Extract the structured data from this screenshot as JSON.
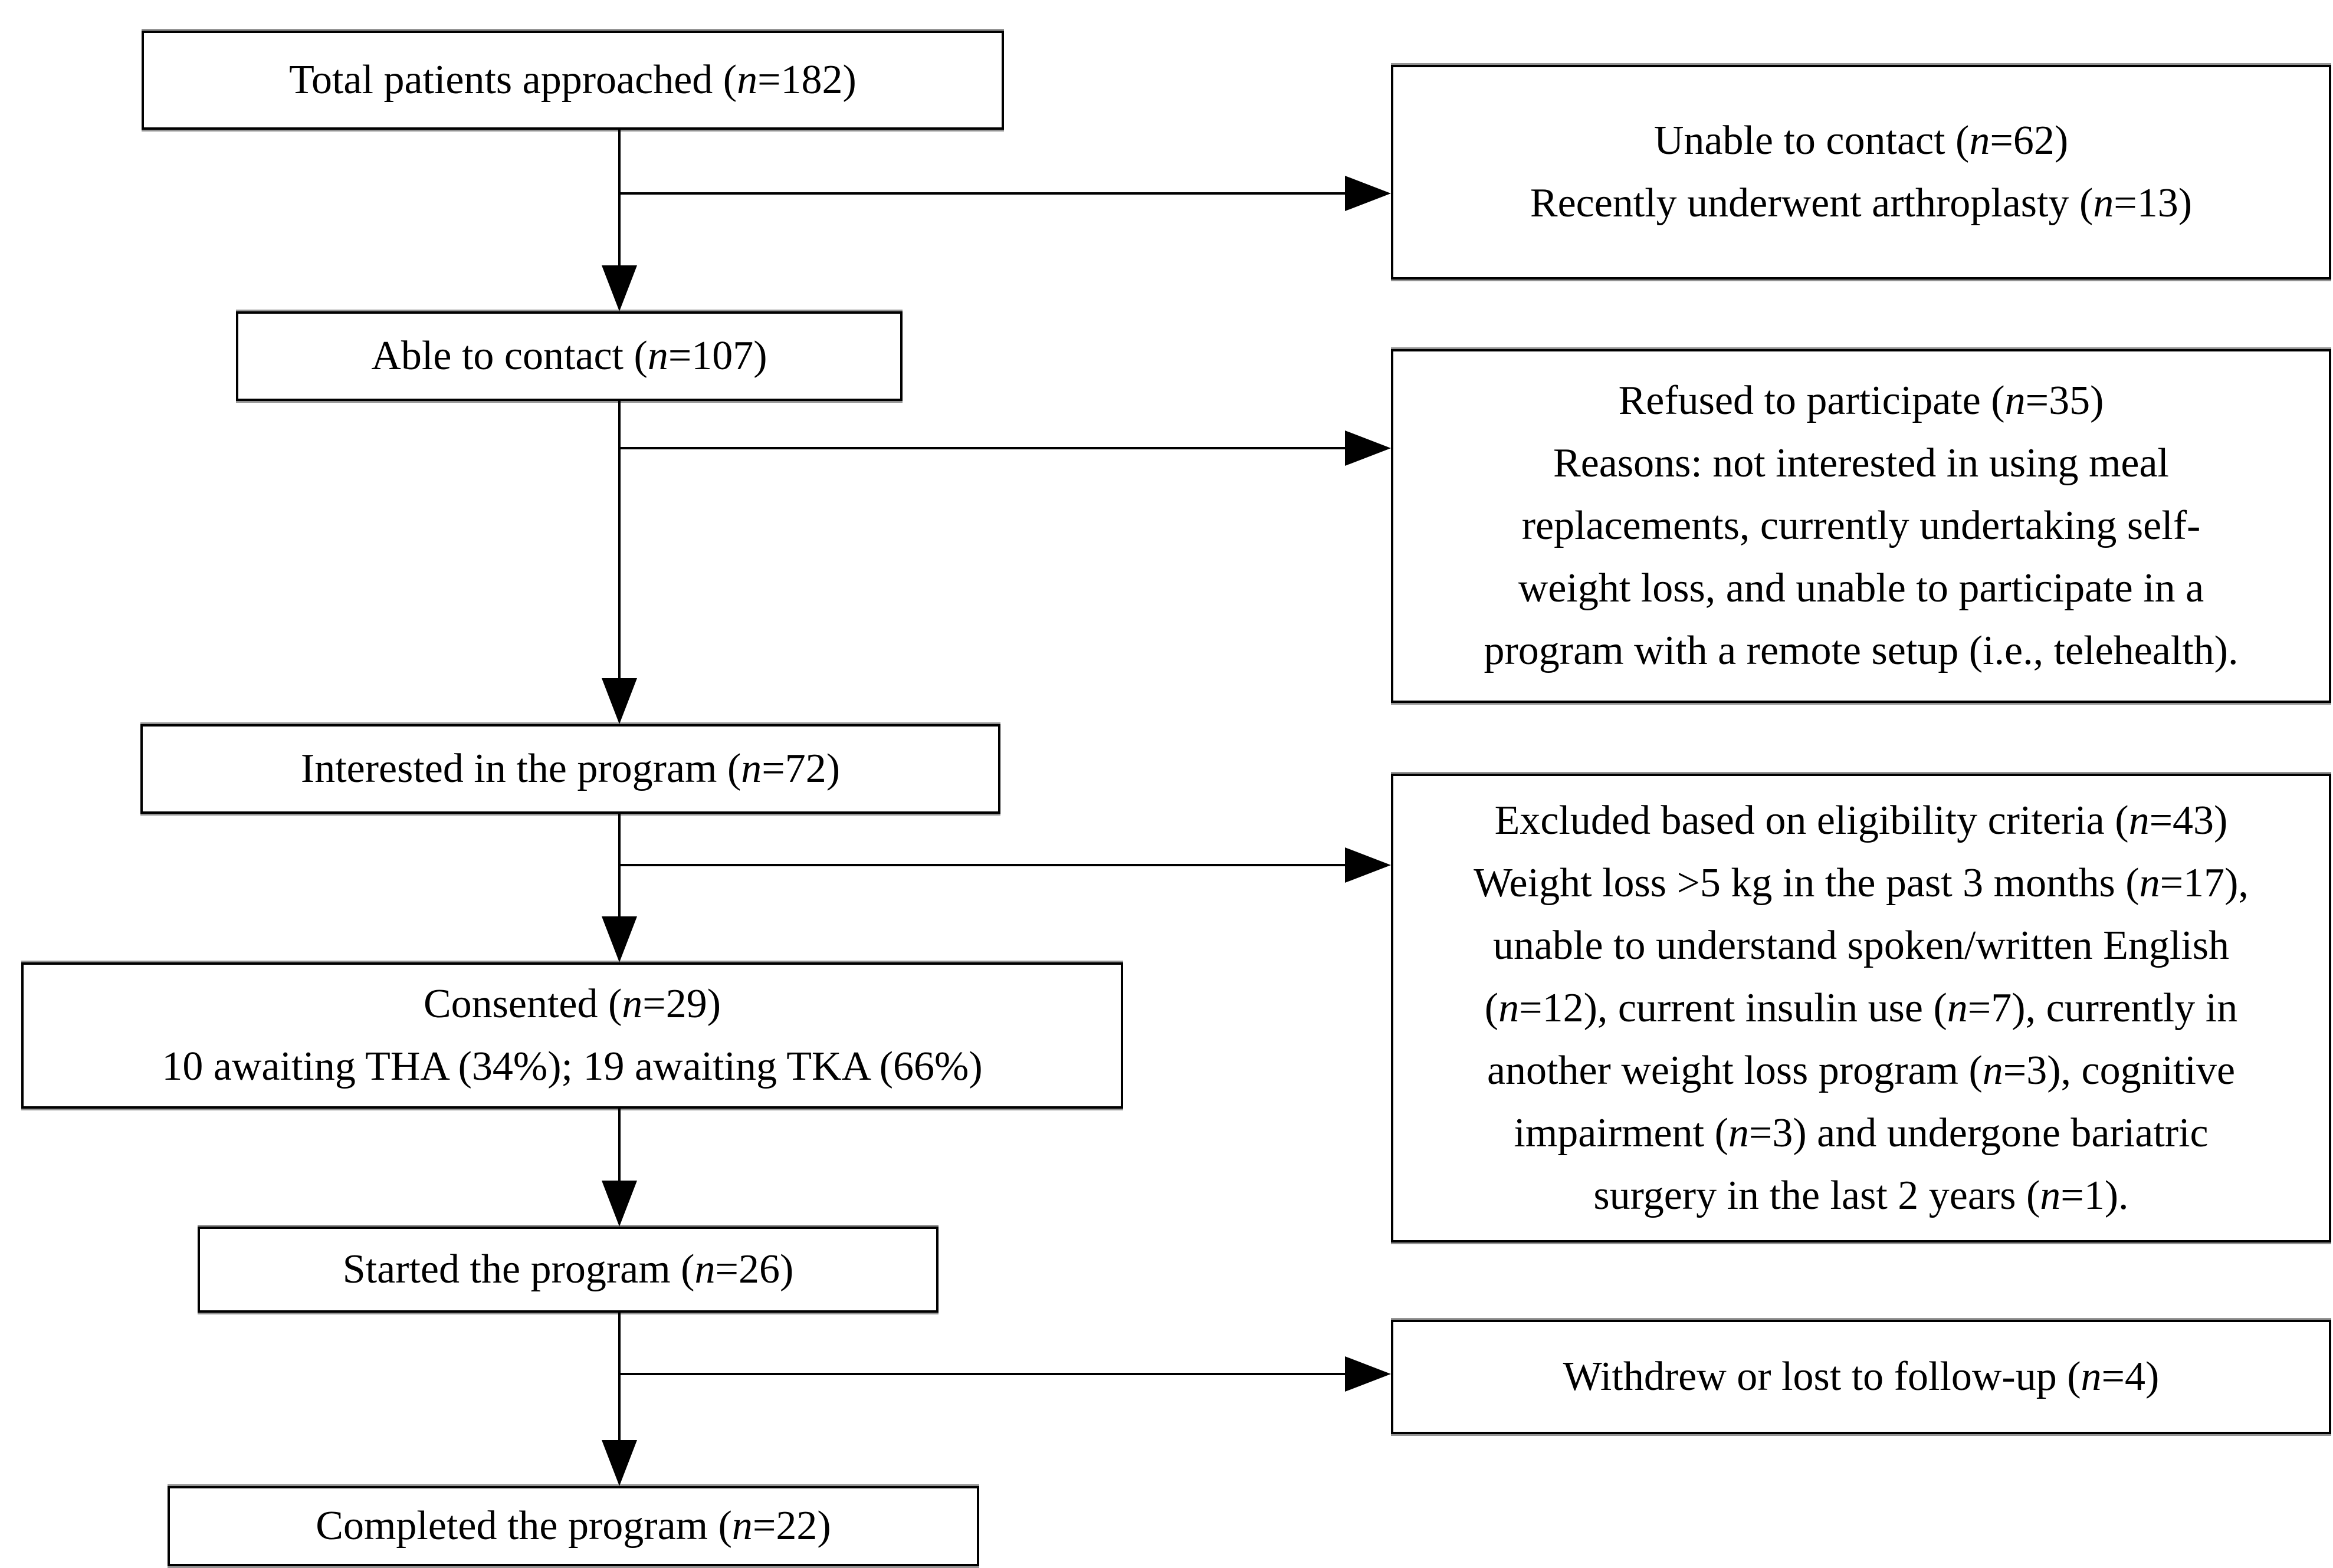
{
  "figure": {
    "type": "patient-flow-diagram",
    "background_color": "#ffffff",
    "line_color": "#000000",
    "box_border_color": "#000000"
  },
  "diagram": {
    "left_column": [
      {
        "name": "total-approached",
        "lines": [
          "Total patients approached (n=182)"
        ]
      },
      {
        "name": "able-to-contact",
        "lines": [
          "Able to contact (n=107)"
        ]
      },
      {
        "name": "interested",
        "lines": [
          "Interested in the program (n=72)"
        ]
      },
      {
        "name": "consented",
        "lines": [
          "Consented (n=29)",
          "10 awaiting THA (34%); 19 awaiting TKA (66%)"
        ]
      },
      {
        "name": "started",
        "lines": [
          "Started the program (n=26)"
        ]
      },
      {
        "name": "completed",
        "lines": [
          "Completed the program (n=22)"
        ]
      }
    ],
    "right_column": [
      {
        "name": "unable-to-contact",
        "lines": [
          "Unable to contact (n=62)",
          "Recently underwent arthroplasty (n=13)"
        ]
      },
      {
        "name": "refused-to-participate",
        "lines": [
          "Refused to participate (n=35)",
          "Reasons: not interested in using meal",
          "replacements, currently undertaking self-",
          "weight loss, and unable to participate in a",
          "program with a remote setup (i.e., telehealth)."
        ]
      },
      {
        "name": "excluded-eligibility",
        "lines": [
          "Excluded based on eligibility criteria (n=43)",
          "Weight loss >5 kg in the past 3 months (n=17),",
          "unable to understand spoken/written English",
          "(n=12), current insulin use (n=7), currently in",
          "another weight loss program (n=3), cognitive",
          "impairment (n=3) and undergone bariatric",
          "surgery in the last 2 years (n=1)."
        ]
      },
      {
        "name": "withdrew-lost-follow-up",
        "lines": [
          "Withdrew or lost to follow-up (n=4)"
        ]
      }
    ]
  }
}
